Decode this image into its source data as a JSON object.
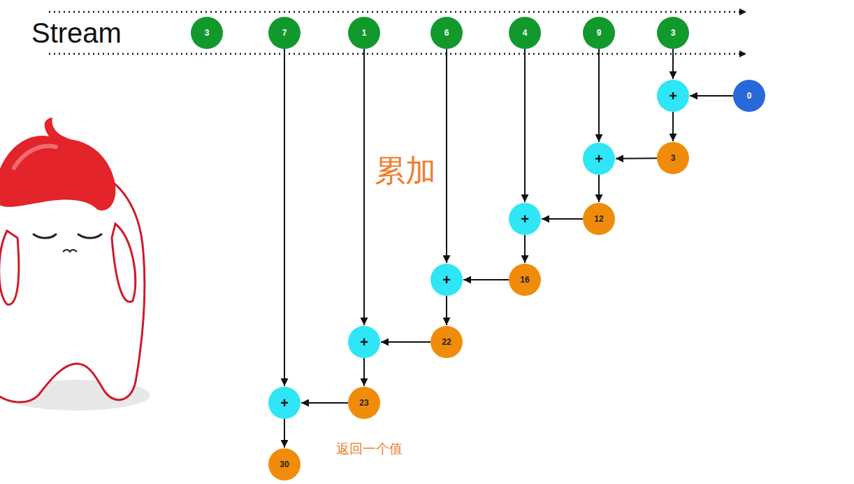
{
  "diagram": {
    "nodes": [
      {
        "text": [
          "3"
        ]
      },
      {
        "text": [
          "7"
        ]
      },
      {
        "text": [
          "1"
        ]
      },
      {
        "text": [
          "6"
        ]
      },
      {
        "text": [
          "4"
        ]
      },
      {
        "text": [
          "9"
        ]
      },
      {
        "text": [
          "3"
        ]
      },
      {
        "text": [
          "+"
        ]
      },
      {
        "text": [
          "0"
        ]
      },
      {
        "text": [
          "+"
        ]
      },
      {
        "text": [
          "3"
        ]
      },
      {
        "text": [
          "+"
        ]
      },
      {
        "text": [
          "12"
        ]
      },
      {
        "text": [
          "+"
        ]
      },
      {
        "text": [
          "16"
        ]
      },
      {
        "text": [
          "+"
        ]
      },
      {
        "text": [
          "22"
        ]
      },
      {
        "text": [
          "+"
        ]
      },
      {
        "text": [
          "23"
        ]
      },
      {
        "text": [
          "30"
        ]
      }
    ],
    "edges": [
      {
        "from": 6,
        "to": 7,
        "arrow": "to"
      },
      {
        "from": 8,
        "to": 7,
        "arrow": "to"
      },
      {
        "from": 7,
        "to": 10,
        "arrow": "to"
      },
      {
        "from": 5,
        "to": 9,
        "arrow": "to"
      },
      {
        "from": 10,
        "to": 9,
        "arrow": "to"
      },
      {
        "from": 9,
        "to": 12,
        "arrow": "to"
      },
      {
        "from": 4,
        "to": 11,
        "arrow": "to"
      },
      {
        "from": 12,
        "to": 11,
        "arrow": "to"
      },
      {
        "from": 11,
        "to": 14,
        "arrow": "to"
      },
      {
        "from": 3,
        "to": 13,
        "arrow": "to"
      },
      {
        "from": 14,
        "to": 13,
        "arrow": "to"
      },
      {
        "from": 13,
        "to": 16,
        "arrow": "to"
      },
      {
        "from": 2,
        "to": 15,
        "arrow": "to"
      },
      {
        "from": 16,
        "to": 15,
        "arrow": "to"
      },
      {
        "from": 15,
        "to": 18,
        "arrow": "to"
      },
      {
        "from": 1,
        "to": 17,
        "arrow": "to"
      },
      {
        "from": 18,
        "to": 17,
        "arrow": "to"
      },
      {
        "from": 17,
        "to": 19,
        "arrow": "to"
      }
    ],
    "labels": [
      "Stream",
      "累加",
      "返回一个值"
    ]
  }
}
